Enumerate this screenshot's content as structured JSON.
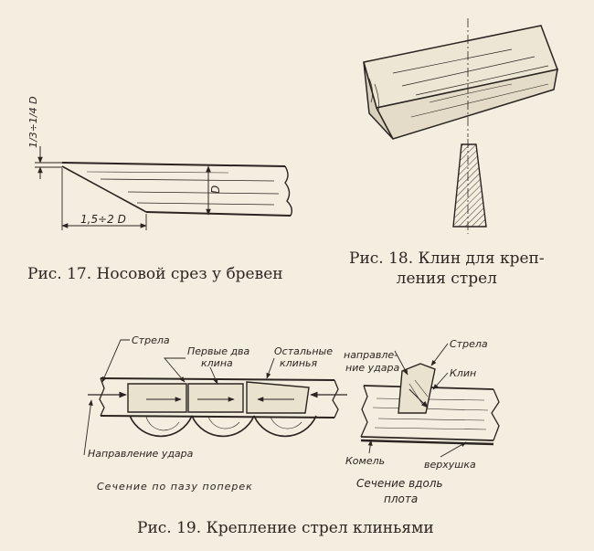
{
  "fig17": {
    "dim_top": "1/3÷1/4 D",
    "dim_bottom": "1,5÷2 D",
    "dim_d": "D",
    "caption": "Рис. 17. Носовой срез у бревен"
  },
  "fig18": {
    "caption_line1": "Рис. 18. Клин для креп-",
    "caption_line2": "ления стрел"
  },
  "fig19": {
    "label_strela_left": "Стрела",
    "label_first_two_line1": "Первые два",
    "label_first_two_line2": "клина",
    "label_others_line1": "Остальные",
    "label_others_line2": "клинья",
    "label_direction_left": "Направление удара",
    "label_direction_right_line1": "направле-",
    "label_direction_right_line2": "ние удара",
    "label_strela_right": "Стрела",
    "label_klin": "Клин",
    "label_komel": "Комель",
    "label_verkhushka": "верхушка",
    "section_left": "Сечение по пазу поперек",
    "section_right_line1": "Сечение вдоль",
    "section_right_line2": "плота",
    "caption": "Рис. 19. Крепление стрел клиньями"
  }
}
